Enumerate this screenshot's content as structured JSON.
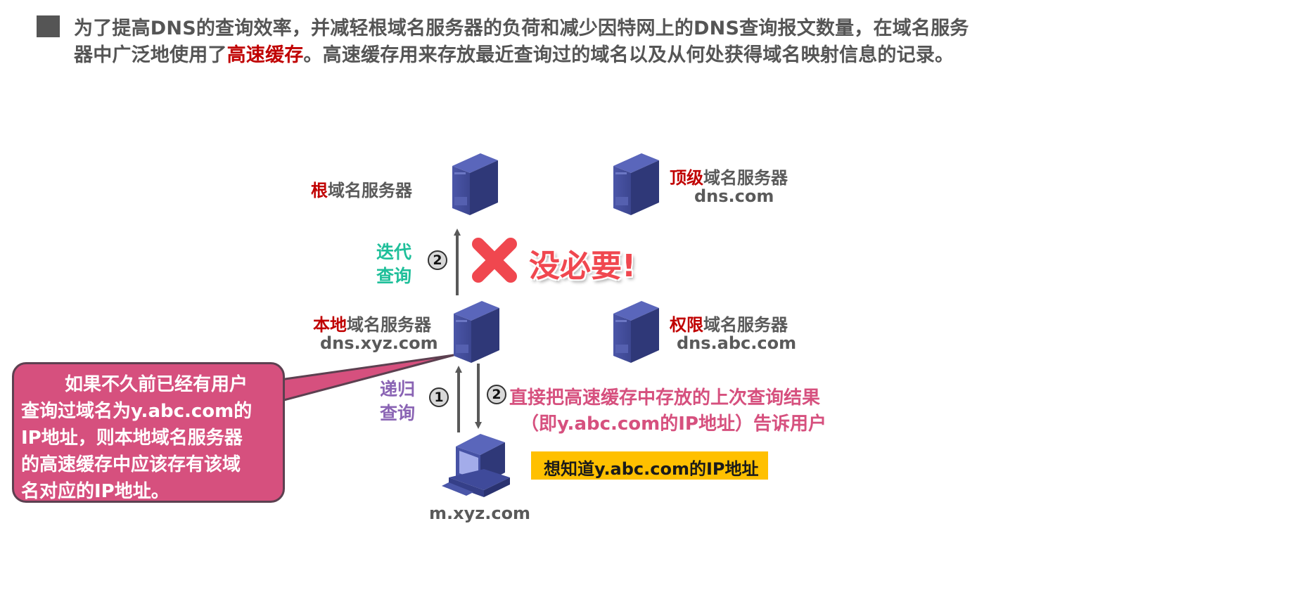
{
  "header": {
    "bullet_icon": "square-bullet-icon",
    "line1": "为了提高DNS的查询效率，并减轻根域名服务器的负荷和减少因特网上的DNS查询报文数量，在域名服务",
    "line2_pre": "器中广泛地使用了",
    "line2_highlight": "高速缓存",
    "line2_post": "。高速缓存用来存放最近查询过的域名以及从何处获得域名映射信息的记录。"
  },
  "servers": {
    "root": {
      "highlight": "根",
      "label": "域名服务器",
      "icon": "server-icon"
    },
    "tld": {
      "highlight": "顶级",
      "label": "域名服务器",
      "host": "dns.com",
      "icon": "server-icon"
    },
    "local": {
      "highlight": "本地",
      "label": "域名服务器",
      "host": "dns.xyz.com",
      "icon": "server-icon"
    },
    "authoritative": {
      "highlight": "权限",
      "label": "域名服务器",
      "host": "dns.abc.com",
      "icon": "server-icon"
    }
  },
  "client": {
    "host": "m.xyz.com",
    "icon": "computer-icon"
  },
  "iterative": {
    "line1": "迭代",
    "line2": "查询",
    "step": "2",
    "cross_icon": "red-x-icon",
    "verdict": "没必要!"
  },
  "recursive": {
    "line1": "递归",
    "line2": "查询",
    "step_up": "1",
    "step_down": "2"
  },
  "reply": {
    "line1": "直接把高速缓存中存放的上次查询结果",
    "line2": "（即y.abc.com的IP地址）告诉用户"
  },
  "question_label": "想知道y.abc.com的IP地址",
  "callout": {
    "lines": [
      "如果不久前已经有用户",
      "查询过域名为y.abc.com的",
      "IP地址，则本地域名服务器",
      "的高速缓存中应该存有该域",
      "名对应的IP地址。"
    ]
  },
  "colors": {
    "text_gray": "#555555",
    "highlight_red": "#c00000",
    "callout_pink": "#d6507e",
    "teal": "#1fbf9a",
    "purple": "#8a64b4",
    "yellow": "#ffc000",
    "cross_red": "#f0474f",
    "server_blue": "#3f4a9a"
  }
}
